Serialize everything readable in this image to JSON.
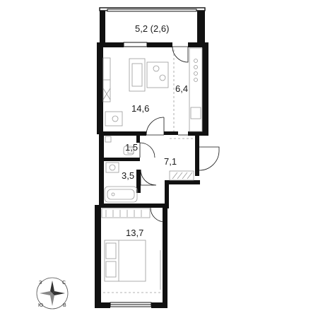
{
  "rooms": {
    "balcony": "5,2 (2,6)",
    "kitchen": "6,4",
    "living": "14,6",
    "wc": "1,5",
    "hall": "7,1",
    "bath": "3,5",
    "bedroom": "13,7"
  },
  "compass": {
    "north": "С",
    "east": "В",
    "south": "Ю",
    "west": "З"
  },
  "colors": {
    "wall": "#111111",
    "line": "#555555",
    "furniture": "#9a9a9a"
  }
}
